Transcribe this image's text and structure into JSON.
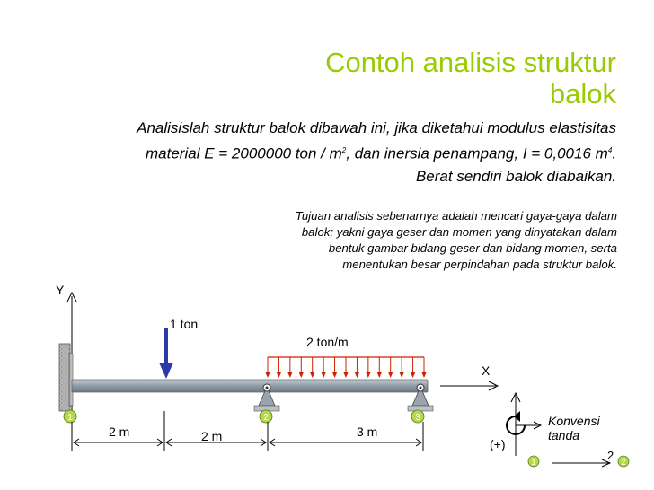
{
  "title": {
    "line1": "Contoh analisis struktur",
    "line2": "balok"
  },
  "intro": {
    "part1": "Analisislah struktur balok dibawah ini, jika diketahui modulus elastisitas material E = 2000000 ton / m",
    "sup1": "2",
    "part2": ", dan inersia penampang, I = 0,0016 m",
    "sup2": "4",
    "part3": ". Berat sendiri balok diabaikan."
  },
  "purpose": "Tujuan analisis sebenarnya adalah mencari gaya-gaya dalam balok; yakni gaya geser dan momen yang dinyatakan dalam bentuk gambar bidang geser dan bidang momen, serta menentukan besar perpindahan pada struktur balok.",
  "diagram": {
    "axis_y": "Y",
    "axis_x": "X",
    "point_load": "1  ton",
    "distributed_load": "2 ton/m",
    "nodes": [
      "1",
      "2",
      "3"
    ],
    "spans": [
      "2 m",
      "2 m",
      "3 m"
    ]
  },
  "convention": {
    "moment_sign": "(+)",
    "label": "Konvensi tanda",
    "node_start": "1",
    "node_end": "2",
    "end_label": "2"
  },
  "colors": {
    "title": "#99cc00",
    "load_arrows": "#cc2200",
    "point_load": "#2a3aa8",
    "beam": "#9aa5ad",
    "node_fill": "#b5d94a"
  }
}
